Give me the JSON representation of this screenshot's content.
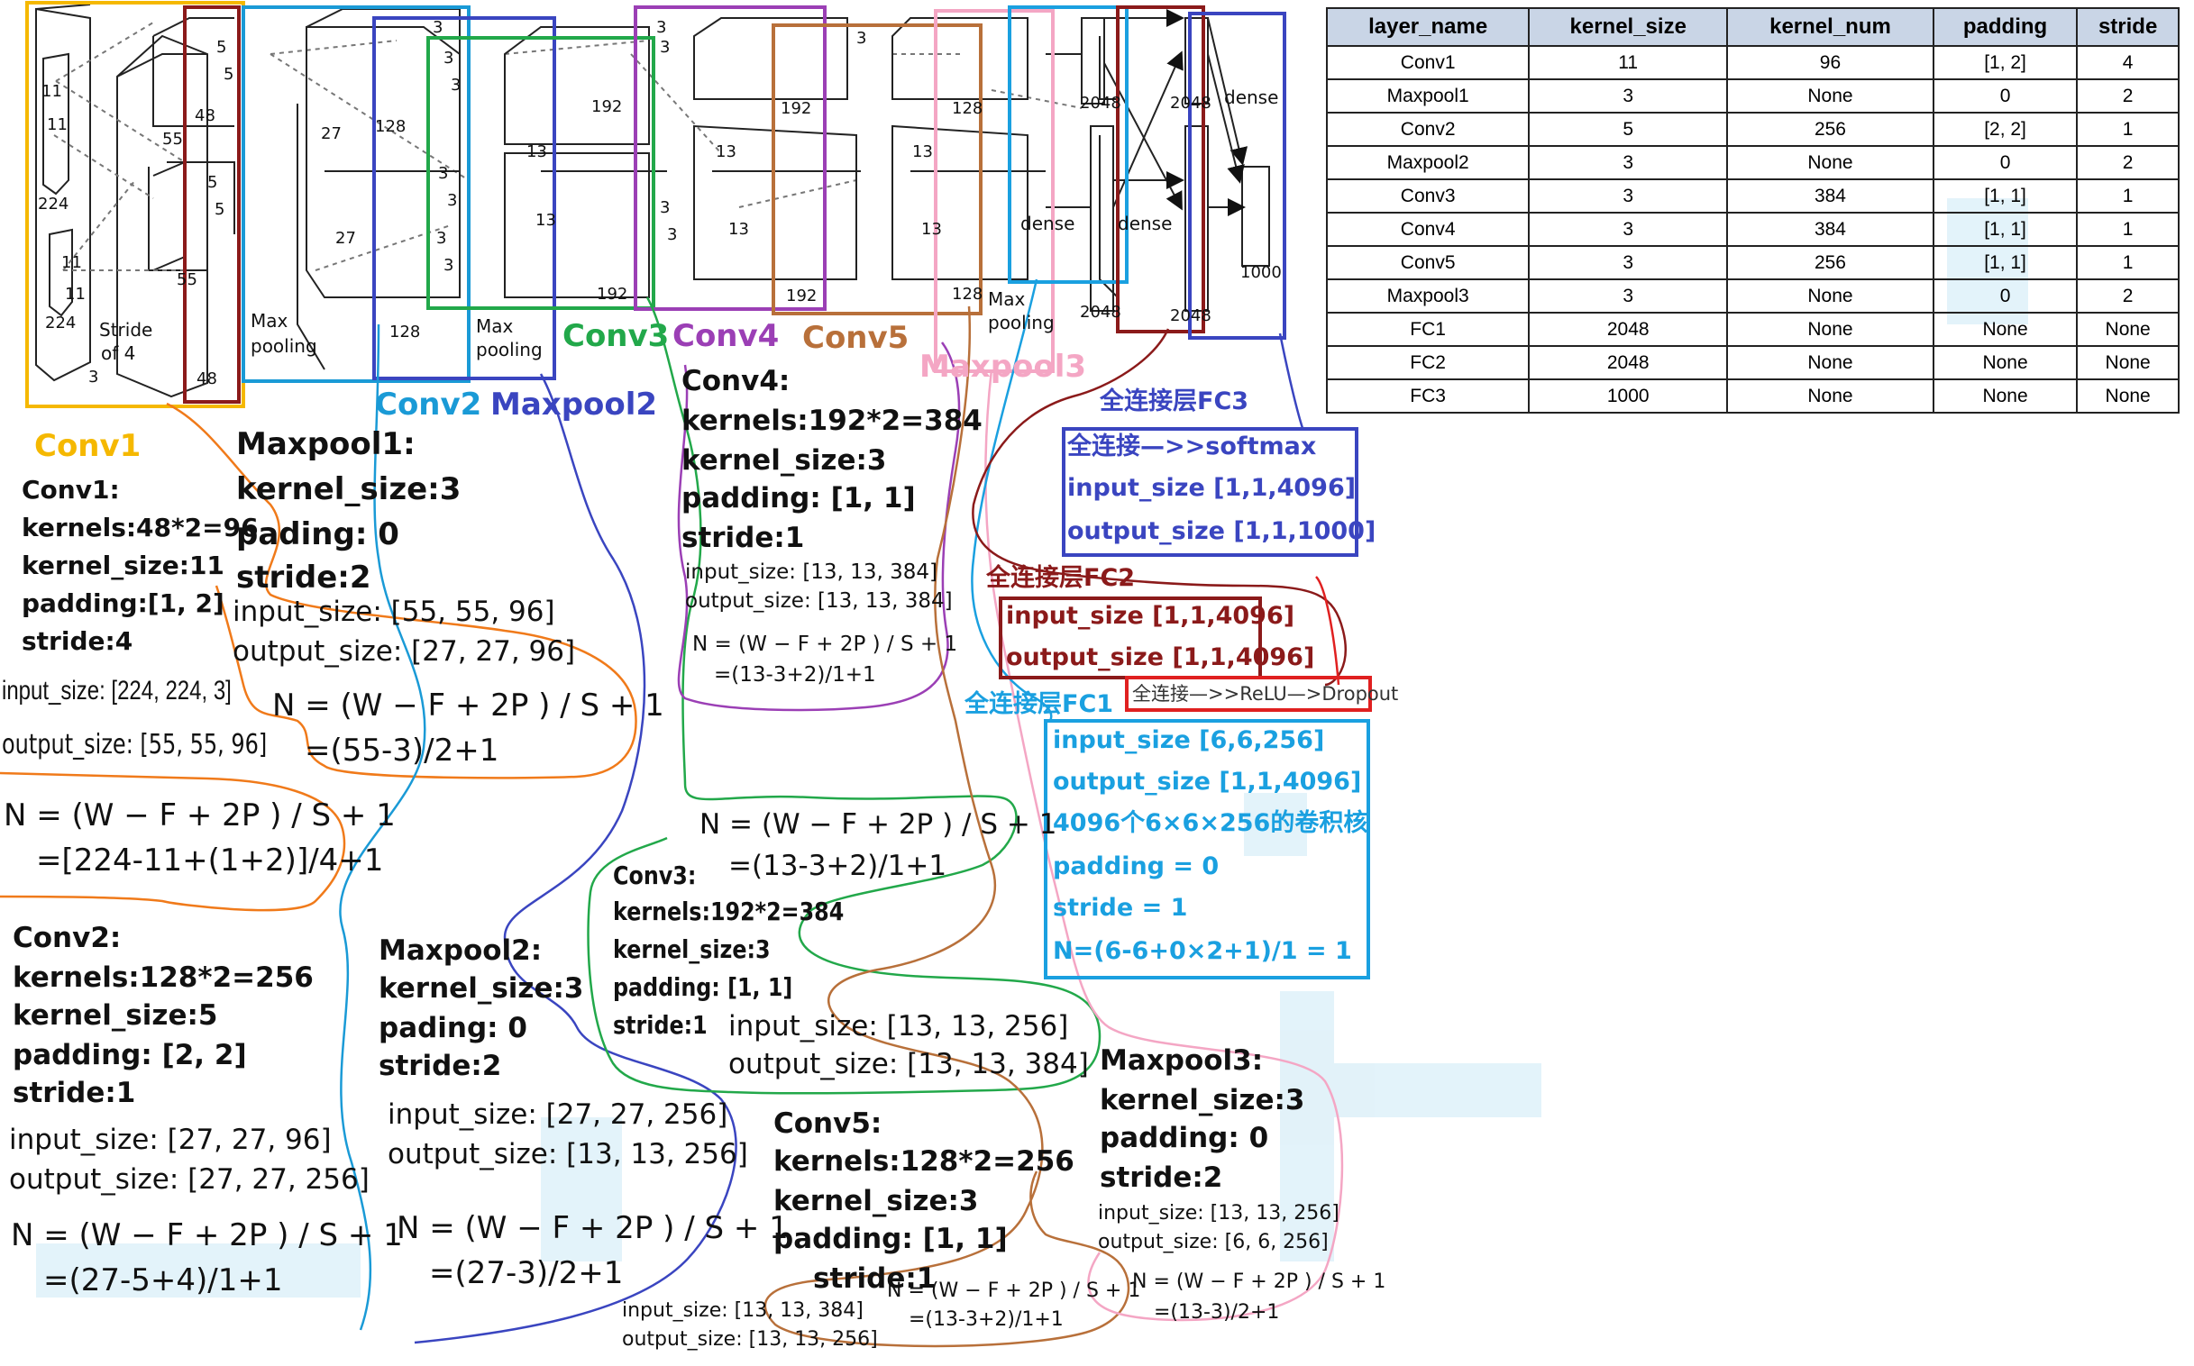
{
  "table": {
    "headers": [
      "layer_name",
      "kernel_size",
      "kernel_num",
      "padding",
      "stride"
    ],
    "rows": [
      [
        "Conv1",
        "11",
        "96",
        "[1, 2]",
        "4"
      ],
      [
        "Maxpool1",
        "3",
        "None",
        "0",
        "2"
      ],
      [
        "Conv2",
        "5",
        "256",
        "[2, 2]",
        "1"
      ],
      [
        "Maxpool2",
        "3",
        "None",
        "0",
        "2"
      ],
      [
        "Conv3",
        "3",
        "384",
        "[1, 1]",
        "1"
      ],
      [
        "Conv4",
        "3",
        "384",
        "[1, 1]",
        "1"
      ],
      [
        "Conv5",
        "3",
        "256",
        "[1, 1]",
        "1"
      ],
      [
        "Maxpool3",
        "3",
        "None",
        "0",
        "2"
      ],
      [
        "FC1",
        "2048",
        "None",
        "None",
        "None"
      ],
      [
        "FC2",
        "2048",
        "None",
        "None",
        "None"
      ],
      [
        "FC3",
        "1000",
        "None",
        "None",
        "None"
      ]
    ]
  },
  "diagram_labels": {
    "n11a": "11",
    "n11b": "11",
    "n224a": "224",
    "n224b": "224",
    "n3": "3",
    "stride4": "Stride",
    "stride4b": "of 4",
    "n55a": "55",
    "n55b": "55",
    "n11c": "11",
    "n11d": "11",
    "n5a": "5",
    "n5b": "5",
    "n5c": "5",
    "n5d": "5",
    "n48a": "48",
    "n48b": "48",
    "n27a": "27",
    "n27b": "27",
    "n128a": "128",
    "n128b": "128",
    "maxpool_a": "Max",
    "maxpool_a2": "pooling",
    "maxpool_b": "Max",
    "maxpool_b2": "pooling",
    "n3a": "3",
    "n3b": "3",
    "n3c": "3",
    "n3d": "3",
    "n3e": "3",
    "n3f": "3",
    "n3g": "3",
    "n3h": "3",
    "n3i": "3",
    "n3j": "3",
    "n3k": "3",
    "n3l": "3",
    "n13a": "13",
    "n13b": "13",
    "n13c": "13",
    "n13d": "13",
    "n13e": "13",
    "n13f": "13",
    "n192a": "192",
    "n192b": "192",
    "n192c": "192",
    "n192d": "192",
    "n128c": "128",
    "n128d": "128",
    "maxpool_c": "Max",
    "maxpool_c2": "pooling",
    "n2048a": "2048",
    "n2048b": "2048",
    "n2048c": "2048",
    "n2048d": "2048",
    "dense_a": "dense",
    "dense_b": "dense",
    "dense_c": "dense",
    "n1000": "1000"
  },
  "section_labels": {
    "conv1": "Conv1",
    "conv2": "Conv2",
    "maxpool2": "Maxpool2",
    "conv3": "Conv3",
    "conv4": "Conv4",
    "conv5": "Conv5",
    "maxpool3": "Maxpool3"
  },
  "notes": {
    "conv1": {
      "l1": "Conv1:",
      "l2": "kernels:48*2=96",
      "l3": "kernel_size:11",
      "l4": "padding:[1, 2]",
      "l5": "stride:4",
      "in": "input_size:   [224, 224, 3]",
      "out": "output_size: [55, 55, 96]",
      "f1": "N = (W − F + 2P ) / S + 1",
      "f2": "=[224-11+(1+2)]/4+1"
    },
    "maxpool1": {
      "l1": "Maxpool1:",
      "l2": "kernel_size:3",
      "l3": "pading: 0",
      "l4": "stride:2",
      "in": "input_size:    [55, 55, 96]",
      "out": "output_size: [27, 27, 96]",
      "f1": "N = (W − F + 2P ) / S + 1",
      "f2": "=(55-3)/2+1"
    },
    "conv2": {
      "l1": "Conv2:",
      "l2": "kernels:128*2=256",
      "l3": "kernel_size:5",
      "l4": "padding: [2, 2]",
      "l5": "stride:1",
      "in": "input_size:    [27, 27, 96]",
      "out": "output_size: [27, 27, 256]",
      "f1": "N = (W − F + 2P ) / S + 1",
      "f2": "=(27-5+4)/1+1"
    },
    "maxpool2": {
      "l1": "Maxpool2:",
      "l2": "kernel_size:3",
      "l3": "pading: 0",
      "l4": "stride:2",
      "in": "input_size:    [27, 27, 256]",
      "out": "output_size: [13, 13, 256]",
      "f1": "N = (W − F + 2P ) / S + 1",
      "f2": "=(27-3)/2+1"
    },
    "conv3": {
      "l1": "Conv3:",
      "l2": "kernels:192*2=384",
      "l3": "kernel_size:3",
      "l4": "padding: [1, 1]",
      "l5": "stride:1",
      "in": "input_size:    [13, 13, 256]",
      "out": "output_size: [13, 13, 384]",
      "f1": "N = (W − F + 2P ) / S + 1",
      "f2": "=(13-3+2)/1+1"
    },
    "conv4": {
      "l1": "Conv4:",
      "l2": "kernels:192*2=384",
      "l3": "kernel_size:3",
      "l4": "padding: [1, 1]",
      "l5": "stride:1",
      "in": "input_size:    [13, 13, 384]",
      "out": "output_size: [13, 13, 384]",
      "f1": "N = (W − F + 2P ) / S + 1",
      "f2": "=(13-3+2)/1+1"
    },
    "conv5": {
      "l1": "Conv5:",
      "l2": "kernels:128*2=256",
      "l3": "kernel_size:3",
      "l4": "padding: [1, 1]",
      "l5": "stride:1",
      "in": "input_size:    [13, 13, 384]",
      "out": "output_size: [13, 13, 256]",
      "f1": "N = (W − F + 2P ) / S + 1",
      "f2": "=(13-3+2)/1+1"
    },
    "maxpool3": {
      "l1": "Maxpool3:",
      "l2": "kernel_size:3",
      "l3": "padding: 0",
      "l4": "stride:2",
      "in": "input_size:    [13, 13, 256]",
      "out": "output_size: [6, 6, 256]",
      "f1": "N = (W − F + 2P ) / S + 1",
      "f2": "=(13-3)/2+1"
    },
    "fc3": {
      "title": "全连接层FC3",
      "l1": "全连接—>>softmax",
      "l2": "input_size [1,1,4096]",
      "l3": "output_size [1,1,1000]"
    },
    "fc2": {
      "title": "全连接层FC2",
      "l1": "input_size [1,1,4096]",
      "l2": "output_size [1,1,4096]"
    },
    "fc1": {
      "title": "全连接层FC1",
      "relu": "全连接—>>ReLU—>Dropout",
      "l1": "input_size [6,6,256]",
      "l2": "output_size [1,1,4096]",
      "l3": "4096个6×6×256的卷积核",
      "l4": "padding = 0",
      "l5": "stride = 1",
      "l6": "N=(6-6+0×2+1)/1 = 1"
    }
  },
  "colors": {
    "conv1": "#f5b800",
    "maxpool1": "#8b1a1a",
    "conv2": "#1a9ad6",
    "maxpool2": "#3a45c0",
    "conv3": "#22a84a",
    "conv4": "#9b3fb5",
    "conv5": "#b8703a",
    "maxpool3": "#f4a6c4",
    "fc1": "#1aa0e0",
    "fc2": "#8b1a1a",
    "fc3": "#3a45c0",
    "relu": "#e02020"
  }
}
